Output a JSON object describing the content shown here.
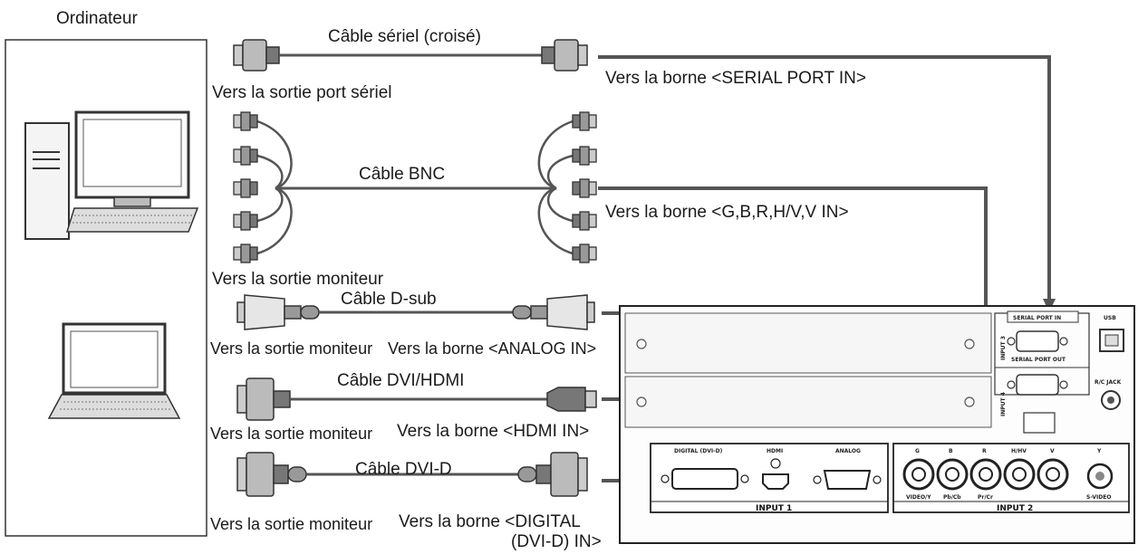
{
  "computer_label": "Ordinateur",
  "cables": {
    "serial": {
      "name": "Câble sériel (croisé)",
      "source": "Vers la sortie port sériel",
      "target": "Vers la borne <SERIAL PORT IN>"
    },
    "bnc": {
      "name": "Câble BNC",
      "source": "Vers la sortie moniteur",
      "target": "Vers la borne <G,B,R,H/V,V IN>"
    },
    "dsub": {
      "name": "Câble D-sub",
      "source": "Vers la sortie moniteur",
      "target": "Vers la borne <ANALOG IN>"
    },
    "dvi_hdmi": {
      "name": "Câble DVI/HDMI",
      "source": "Vers la sortie moniteur",
      "target": "Vers la borne <HDMI IN>"
    },
    "dvi_d": {
      "name": "Câble DVI-D",
      "source": "Vers la sortie moniteur",
      "target_line1": "Vers la borne <DIGITAL",
      "target_line2": "(DVI-D) IN>"
    }
  },
  "panel": {
    "input1_title": "INPUT 1",
    "input2_title": "INPUT 2",
    "input3_title": "INPUT 3",
    "input4_title": "INPUT 4",
    "digital_label": "DIGITAL (DVI-D)",
    "hdmi_label": "HDMI",
    "analog_label": "ANALOG",
    "g_label": "G",
    "b_label": "B",
    "r_label": "R",
    "hv_label": "H/HV",
    "v_label": "V",
    "y_label": "Y",
    "video_y_label": "VIDEO/Y",
    "pb_cb_label": "Pb/Cb",
    "pr_cr_label": "Pr/Cr",
    "svideo_label": "S-VIDEO",
    "serial_in_label": "SERIAL PORT IN",
    "serial_out_label": "SERIAL PORT OUT",
    "usb_label": "USB",
    "rc_jack_label": "R/C JACK"
  }
}
